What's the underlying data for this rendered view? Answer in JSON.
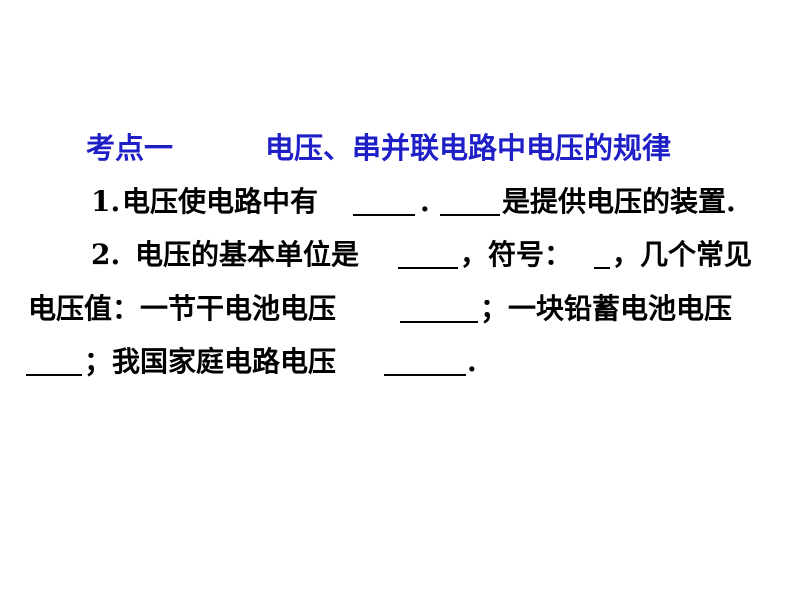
{
  "heading": {
    "label": "考点一",
    "topic": "电压、串并联电路中电压的规律"
  },
  "lines": {
    "l1": {
      "num": "1.",
      "a": "电压使电路中有",
      "dot": ".",
      "b": "是提供电压的装置."
    },
    "l2": {
      "num": "2.",
      "a": "电压的基本单位是",
      "b": "，符号：",
      "c": "，几个常见"
    },
    "l3": {
      "a": "电压值：一节干电池电压",
      "b": "；一块铅蓄电池电压"
    },
    "l4": {
      "a": "；我国家庭电路电压",
      "b": "."
    }
  }
}
